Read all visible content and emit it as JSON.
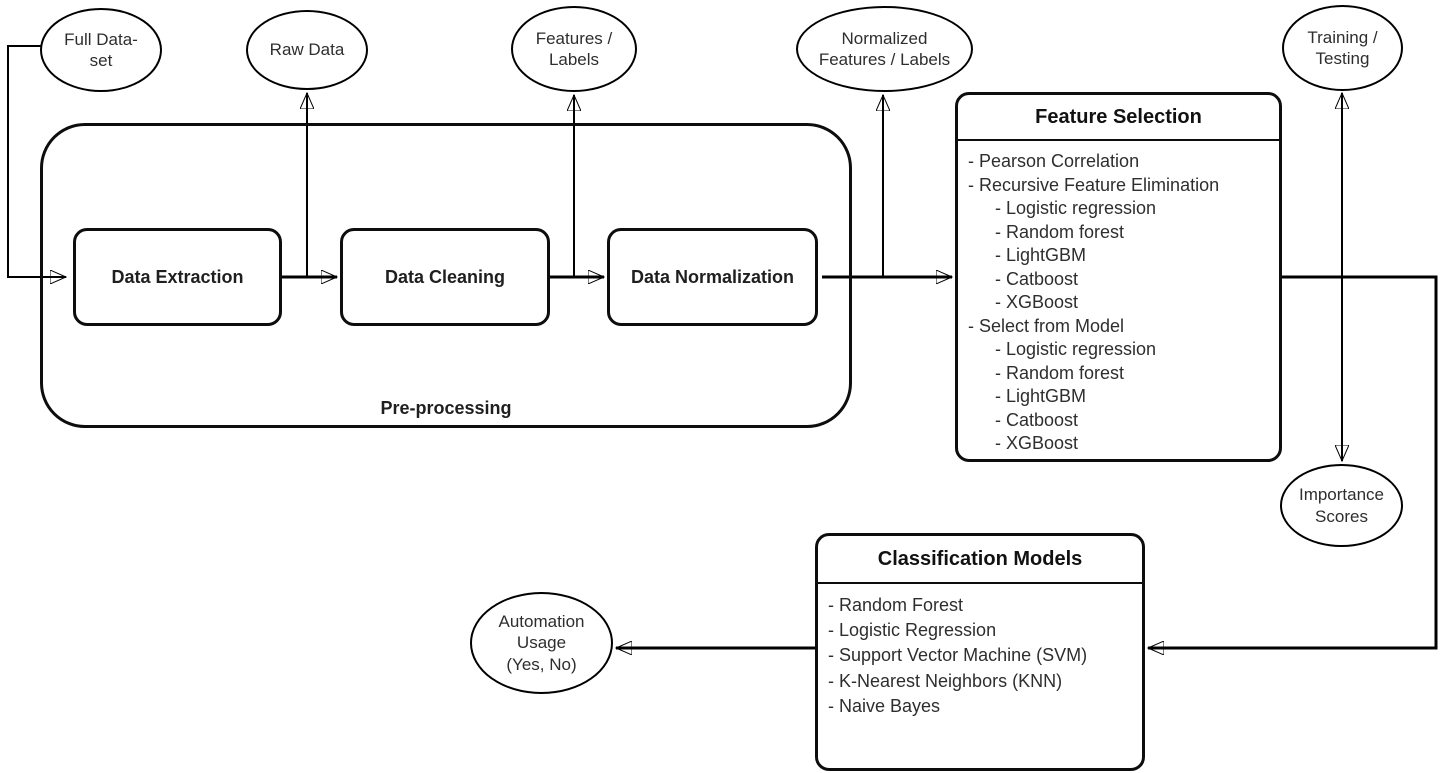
{
  "colors": {
    "stroke": "#000000",
    "text": "#222222",
    "background": "#ffffff"
  },
  "nodes": {
    "full_dataset": {
      "label": "Full Data-\nset"
    },
    "raw_data": {
      "label": "Raw Data"
    },
    "features_labels": {
      "label": "Features /\nLabels"
    },
    "normalized_features_labels": {
      "label": "Normalized\nFeatures / Labels"
    },
    "training_testing": {
      "label": "Training /\nTesting"
    },
    "importance_scores": {
      "label": "Importance\nScores"
    },
    "automation_usage": {
      "label": "Automation\nUsage\n(Yes, No)"
    },
    "data_extraction": {
      "label": "Data Extraction"
    },
    "data_cleaning": {
      "label": "Data Cleaning"
    },
    "data_normalization": {
      "label": "Data Normalization"
    },
    "preprocessing": {
      "label": "Pre-processing"
    }
  },
  "feature_selection": {
    "title": "Feature Selection",
    "items": [
      {
        "text": "- Pearson Correlation",
        "indent": 0
      },
      {
        "text": "- Recursive Feature Elimination",
        "indent": 0
      },
      {
        "text": "- Logistic regression",
        "indent": 1
      },
      {
        "text": "- Random forest",
        "indent": 1
      },
      {
        "text": "- LightGBM",
        "indent": 1
      },
      {
        "text": "- Catboost",
        "indent": 1
      },
      {
        "text": "- XGBoost",
        "indent": 1
      },
      {
        "text": "- Select from Model",
        "indent": 0
      },
      {
        "text": "- Logistic regression",
        "indent": 1
      },
      {
        "text": "- Random forest",
        "indent": 1
      },
      {
        "text": "- LightGBM",
        "indent": 1
      },
      {
        "text": "- Catboost",
        "indent": 1
      },
      {
        "text": "- XGBoost",
        "indent": 1
      }
    ]
  },
  "classification_models": {
    "title": "Classification Models",
    "items": [
      {
        "text": "- Random Forest",
        "indent": 0
      },
      {
        "text": "- Logistic Regression",
        "indent": 0
      },
      {
        "text": "- Support Vector Machine (SVM)",
        "indent": 0
      },
      {
        "text": "- K-Nearest Neighbors (KNN)",
        "indent": 0
      },
      {
        "text": "- Naive Bayes",
        "indent": 0
      }
    ]
  }
}
